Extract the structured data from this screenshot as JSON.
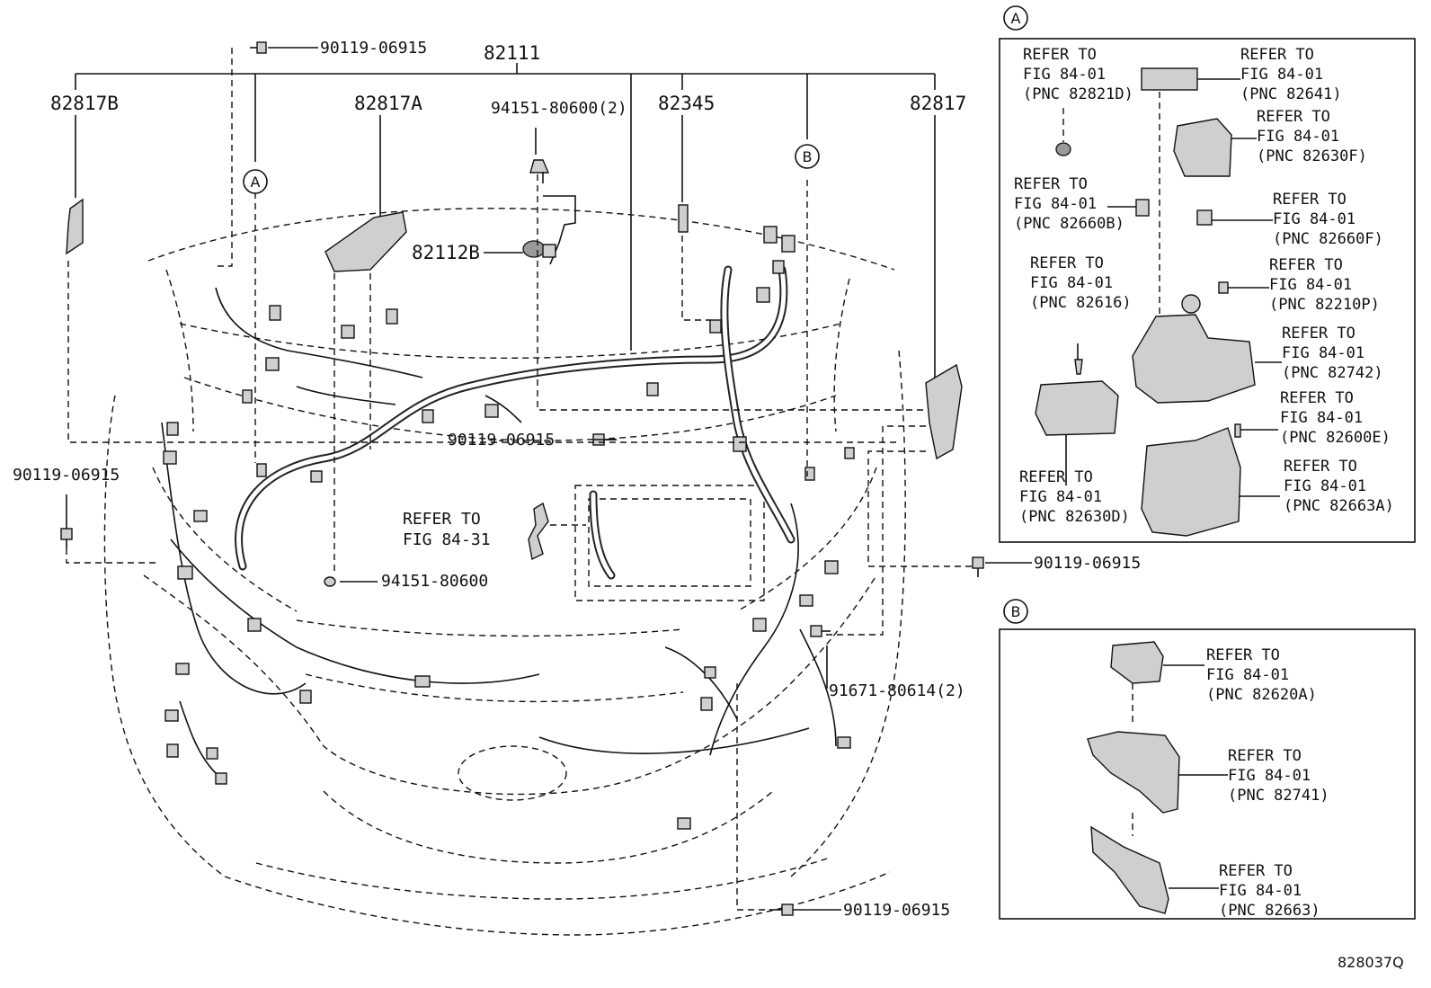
{
  "parts": {
    "p82111": "82111",
    "p82817B": "82817B",
    "p82817A": "82817A",
    "p82345": "82345",
    "p82817": "82817",
    "p82112B": "82112B",
    "p94151_2": "94151-80600(2)",
    "p94151": "94151-80600",
    "bolt_top": "90119-06915",
    "bolt_mid": "90119-06915",
    "bolt_left": "90119-06915",
    "bolt_right": "90119-06915",
    "bolt_bottom": "90119-06915",
    "p91671": "91671-80614(2)"
  },
  "refer_84_31": {
    "line1": "REFER TO",
    "line2": "FIG 84-31"
  },
  "panel_a": {
    "marker": "A",
    "refs": [
      {
        "l1": "REFER TO",
        "l2": "FIG 84-01",
        "l3": "(PNC 82821D)"
      },
      {
        "l1": "REFER TO",
        "l2": "FIG 84-01",
        "l3": "(PNC 82641)"
      },
      {
        "l1": "REFER TO",
        "l2": "FIG 84-01",
        "l3": "(PNC 82630F)"
      },
      {
        "l1": "REFER TO",
        "l2": "FIG 84-01",
        "l3": "(PNC 82660B)"
      },
      {
        "l1": "REFER TO",
        "l2": "FIG 84-01",
        "l3": "(PNC 82660F)"
      },
      {
        "l1": "REFER TO",
        "l2": "FIG 84-01",
        "l3": "(PNC 82616)"
      },
      {
        "l1": "REFER TO",
        "l2": "FIG 84-01",
        "l3": "(PNC 82210P)"
      },
      {
        "l1": "REFER TO",
        "l2": "FIG 84-01",
        "l3": "(PNC 82742)"
      },
      {
        "l1": "REFER TO",
        "l2": "FIG 84-01",
        "l3": "(PNC 82600E)"
      },
      {
        "l1": "REFER TO",
        "l2": "FIG 84-01",
        "l3": "(PNC 82630D)"
      },
      {
        "l1": "REFER TO",
        "l2": "FIG 84-01",
        "l3": "(PNC 82663A)"
      }
    ]
  },
  "panel_b": {
    "marker": "B",
    "refs": [
      {
        "l1": "REFER TO",
        "l2": "FIG 84-01",
        "l3": "(PNC 82620A)"
      },
      {
        "l1": "REFER TO",
        "l2": "FIG 84-01",
        "l3": "(PNC 82741)"
      },
      {
        "l1": "REFER TO",
        "l2": "FIG 84-01",
        "l3": "(PNC 82663)"
      }
    ]
  },
  "callout_a": "A",
  "callout_b": "B",
  "figure_id": "828037Q"
}
